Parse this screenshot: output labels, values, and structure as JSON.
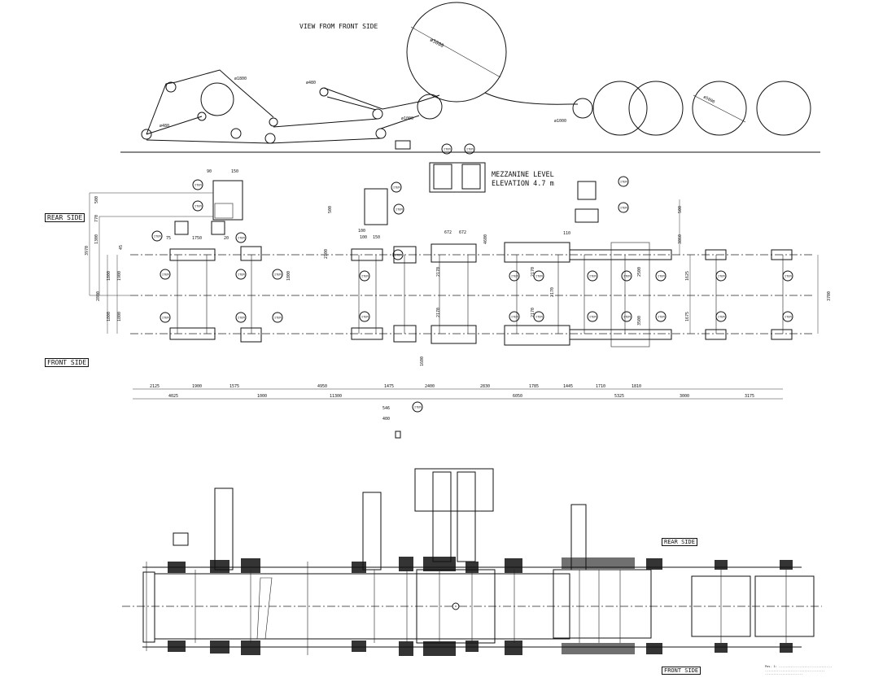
{
  "labels": {
    "view_title": "VIEW FROM FRONT SIDE",
    "rear_side": "REAR SIDE",
    "front_side": "FRONT SIDE",
    "mezzanine_line1": "MEZZANINE LEVEL",
    "mezzanine_line2": "ELEVATION 4.7 m",
    "rear_side_bottom": "REAR SIDE",
    "front_side_bottom": "FRONT SIDE",
    "item": "ITEM"
  },
  "roll_diameters": [
    "ø1800",
    "ø1000",
    "ø1000",
    "ø480",
    "ø480",
    "ø1000",
    "ø5000"
  ],
  "vertical_dims_left": [
    "3970",
    "1300",
    "2800",
    "770",
    "500",
    "1800",
    "1800",
    "1900",
    "1800",
    "45"
  ],
  "vertical_dims_mid": [
    "2100",
    "500",
    "2170",
    "2170",
    "2170",
    "2170",
    "2170",
    "1800"
  ],
  "vertical_dims_right": [
    "500",
    "3860",
    "2500",
    "3500",
    "1625",
    "1675",
    "3700"
  ],
  "top_dims": [
    "90",
    "150",
    "100",
    "150",
    "100",
    "672",
    "672",
    "110",
    "75",
    "1750",
    "20"
  ],
  "dims_row1": [
    "2125",
    "1900",
    "1575",
    "4950",
    "1475",
    "2400",
    "2830",
    "1785",
    "1445",
    "1710",
    "1810"
  ],
  "dims_row2": [
    "4025",
    "1000",
    "11300",
    "6050",
    "5325",
    "3000",
    "3175"
  ],
  "small_dims": [
    "546",
    "400",
    "4600",
    "1600"
  ],
  "footnote": [
    "Pos. 1: ...............................",
    "...................................",
    "......................"
  ]
}
